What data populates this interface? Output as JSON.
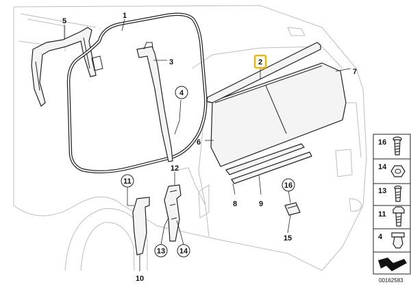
{
  "callouts": [
    {
      "id": "c1",
      "label": "1",
      "circled": false,
      "highlighted": false
    },
    {
      "id": "c2",
      "label": "2",
      "circled": false,
      "highlighted": true,
      "highlight_color": "#f2b705"
    },
    {
      "id": "c3",
      "label": "3",
      "circled": false,
      "highlighted": false
    },
    {
      "id": "c4",
      "label": "4",
      "circled": true,
      "highlighted": false
    },
    {
      "id": "c5",
      "label": "5",
      "circled": false,
      "highlighted": false
    },
    {
      "id": "c6",
      "label": "6",
      "circled": false,
      "highlighted": false
    },
    {
      "id": "c7",
      "label": "7",
      "circled": false,
      "highlighted": false
    },
    {
      "id": "c8",
      "label": "8",
      "circled": false,
      "highlighted": false
    },
    {
      "id": "c9",
      "label": "9",
      "circled": false,
      "highlighted": false
    },
    {
      "id": "c10",
      "label": "10",
      "circled": false,
      "highlighted": false
    },
    {
      "id": "c11",
      "label": "11",
      "circled": true,
      "highlighted": false
    },
    {
      "id": "c12",
      "label": "12",
      "circled": false,
      "highlighted": false
    },
    {
      "id": "c13",
      "label": "13",
      "circled": true,
      "highlighted": false
    },
    {
      "id": "c14",
      "label": "14",
      "circled": true,
      "highlighted": false
    },
    {
      "id": "c15",
      "label": "15",
      "circled": false,
      "highlighted": false
    },
    {
      "id": "c16",
      "label": "16",
      "circled": true,
      "highlighted": false
    }
  ],
  "legend": [
    {
      "label": "16",
      "icon": "screw-icon"
    },
    {
      "label": "14",
      "icon": "nut-icon"
    },
    {
      "label": "13",
      "icon": "bolt-icon"
    },
    {
      "label": "11",
      "icon": "hex-bolt-icon"
    },
    {
      "label": "4",
      "icon": "clip-icon"
    },
    {
      "label": "",
      "icon": "fastener-kit-icon"
    }
  ],
  "document_id": "00162583",
  "colors": {
    "highlight": "#f2b705",
    "line": "#222222",
    "car_outline": "#bdbdbd"
  }
}
